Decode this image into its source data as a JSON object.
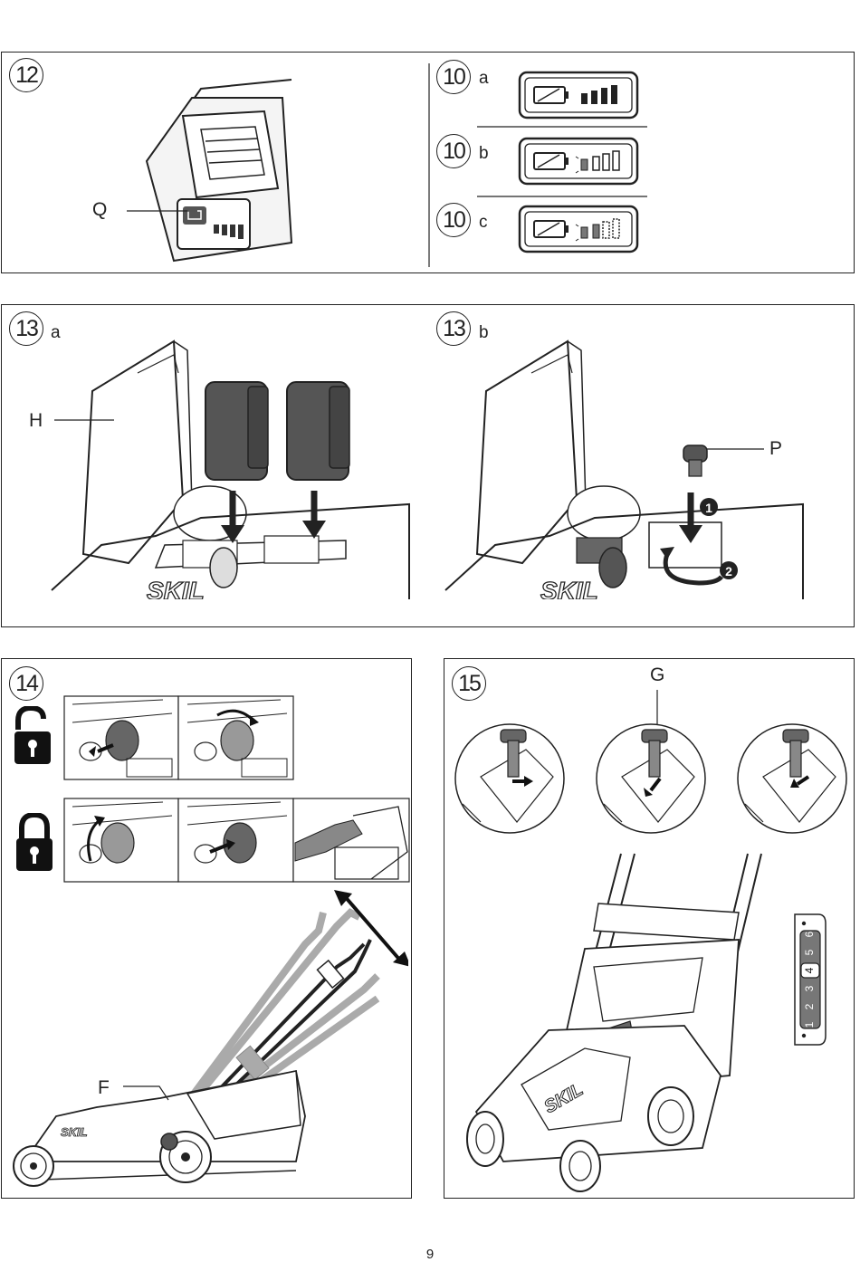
{
  "page_number": "9",
  "figures": {
    "fig12": {
      "number": "12",
      "callout_q": "Q"
    },
    "fig10": {
      "number": "10",
      "states": [
        {
          "number": "10",
          "suffix": "a"
        },
        {
          "number": "10",
          "suffix": "b"
        },
        {
          "number": "10",
          "suffix": "c"
        }
      ]
    },
    "fig13a": {
      "number": "13",
      "suffix": "a",
      "callout_h": "H",
      "brand": "SKIL"
    },
    "fig13b": {
      "number": "13",
      "suffix": "b",
      "callout_p": "P",
      "step1": "1",
      "step2": "2",
      "brand": "SKIL"
    },
    "fig14": {
      "number": "14",
      "callout_f": "F",
      "brand": "SKIL"
    },
    "fig15": {
      "number": "15",
      "callout_g": "G",
      "brand": "SKIL",
      "height_levels": [
        "1",
        "2",
        "3",
        "4",
        "5",
        "6"
      ],
      "selected_level": "4"
    }
  }
}
